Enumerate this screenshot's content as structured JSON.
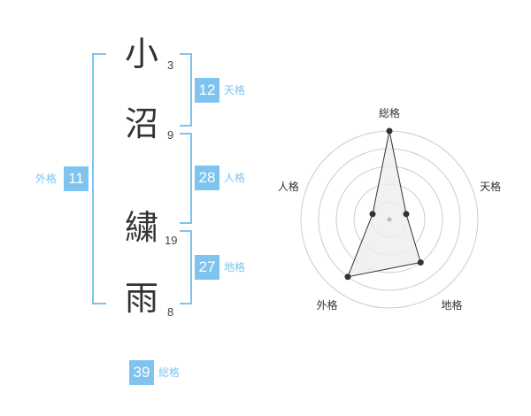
{
  "name": {
    "chars": [
      {
        "char": "小",
        "strokes": "3"
      },
      {
        "char": "沼",
        "strokes": "9"
      },
      {
        "char": "繍",
        "strokes": "19"
      },
      {
        "char": "雨",
        "strokes": "8"
      }
    ]
  },
  "fortunes": {
    "tenkaku": {
      "value": "12",
      "label": "天格"
    },
    "jinkaku": {
      "value": "28",
      "label": "人格"
    },
    "chikaku": {
      "value": "27",
      "label": "地格"
    },
    "gaikaku": {
      "value": "11",
      "label": "外格"
    },
    "soukaku": {
      "value": "39",
      "label": "総格"
    }
  },
  "colors": {
    "accent": "#7fc4ee",
    "label_text": "#7fc4ee",
    "polygon_fill": "#eeeeee",
    "grid": "#cccccc"
  },
  "chart_data": {
    "type": "radar",
    "axes": [
      "総格",
      "天格",
      "地格",
      "外格",
      "人格"
    ],
    "values": [
      5,
      1,
      3,
      4,
      1
    ],
    "rmax": 5,
    "rings": 5
  }
}
